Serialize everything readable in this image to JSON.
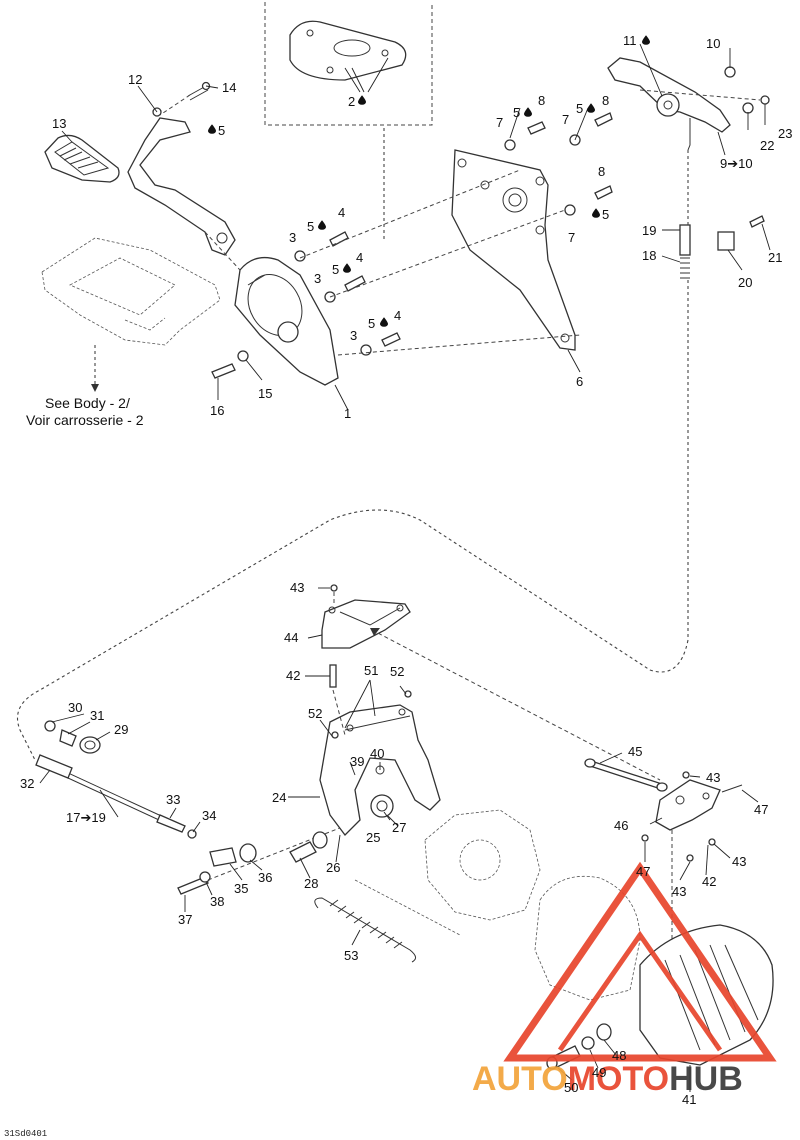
{
  "diagram": {
    "reference_code": "31Sd0401",
    "note_line1": "See Body - 2/",
    "note_line2": "Voir carrosserie - 2",
    "labels": {
      "l1": "1",
      "l2": "2",
      "l3a": "3",
      "l3b": "3",
      "l3c": "3",
      "l4a": "4",
      "l4b": "4",
      "l4c": "4",
      "l5a": "5",
      "l5b": "5",
      "l5c": "5",
      "l5d": "5",
      "l5e": "5",
      "l5f": "5",
      "l6": "6",
      "l7a": "7",
      "l7b": "7",
      "l7c": "7",
      "l8a": "8",
      "l8b": "8",
      "l8c": "8",
      "l9": "9➔10",
      "l10": "10",
      "l11": "11",
      "l12": "12",
      "l13": "13",
      "l14": "14",
      "l15": "15",
      "l16": "16",
      "l17": "17➔19",
      "l18": "18",
      "l19": "19",
      "l20": "20",
      "l21": "21",
      "l22": "22",
      "l23": "23",
      "l24": "24",
      "l25": "25",
      "l26": "26",
      "l27": "27",
      "l28": "28",
      "l29": "29",
      "l30": "30",
      "l31": "31",
      "l32": "32",
      "l33": "33",
      "l34": "34",
      "l35": "35",
      "l36": "36",
      "l37": "37",
      "l38": "38",
      "l39": "39",
      "l40": "40",
      "l41": "41",
      "l42a": "42",
      "l42b": "42",
      "l43a": "43",
      "l43b": "43",
      "l43c": "43",
      "l43d": "43",
      "l44": "44",
      "l45": "45",
      "l46": "46",
      "l47a": "47",
      "l47b": "47",
      "l48": "48",
      "l49": "49",
      "l50": "50",
      "l51": "51",
      "l52a": "52",
      "l52b": "52",
      "l53": "53"
    }
  },
  "watermark": {
    "part1": "AUTO",
    "part2": "MOTO",
    "part3": "HUB",
    "color_primary": "#e8452c",
    "color_secondary": "#f2a33a",
    "color_dark": "#3a3a3a"
  }
}
